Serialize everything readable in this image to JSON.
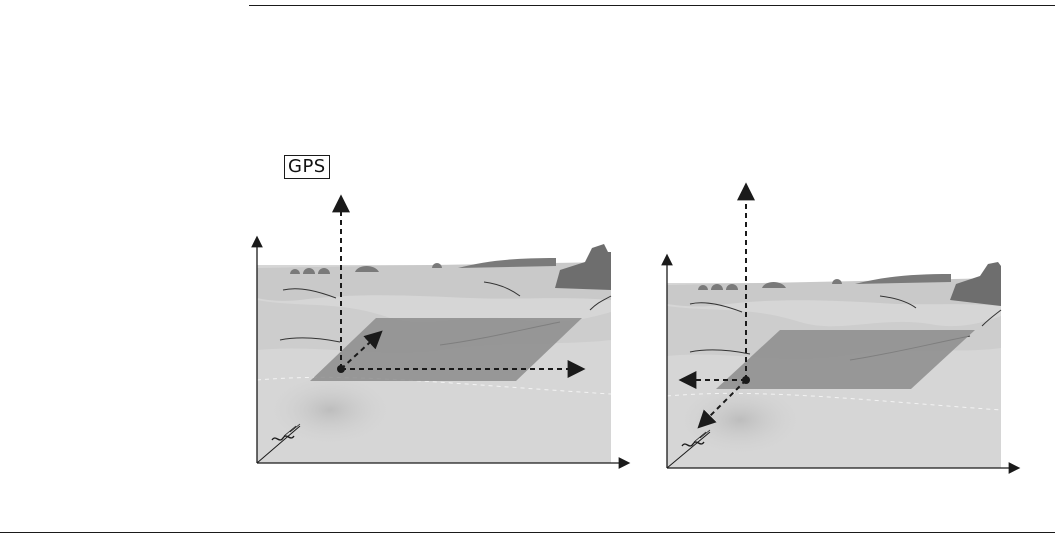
{
  "badge": {
    "text": "GPS"
  },
  "colors": {
    "terrain_light": "#d9d9d9",
    "terrain_mid": "#c6c6c6",
    "plane": "#8c8c8c",
    "silhouette": "#6e6e6e",
    "line": "#1a1a1a"
  },
  "panels": [
    {
      "name": "left-scene",
      "icons": [
        "antenna-icon"
      ]
    },
    {
      "name": "right-scene",
      "icons": [
        "antenna-icon"
      ]
    }
  ]
}
